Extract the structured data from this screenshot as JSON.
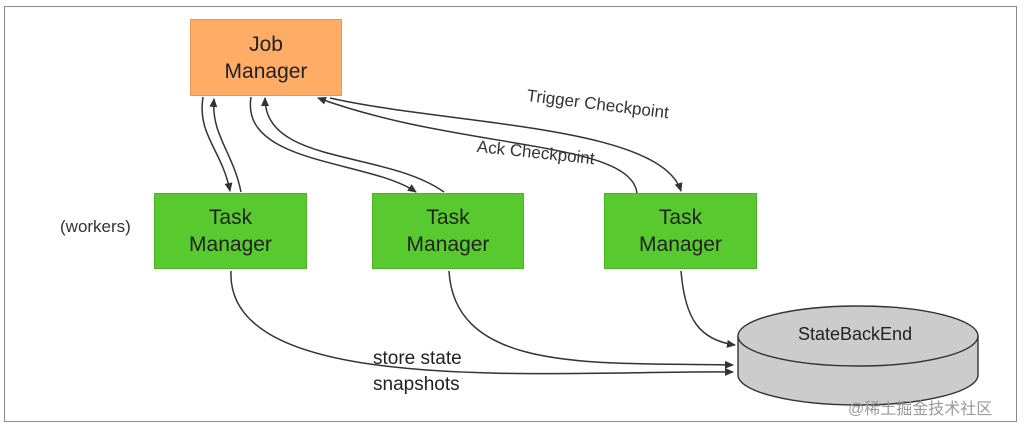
{
  "nodes": {
    "job_manager": [
      "Job",
      "Manager"
    ],
    "task_manager_1": [
      "Task",
      "Manager"
    ],
    "task_manager_2": [
      "Task",
      "Manager"
    ],
    "task_manager_3": [
      "Task",
      "Manager"
    ],
    "state_backend": "StateBackEnd"
  },
  "labels": {
    "workers": "(workers)",
    "trigger": "Trigger Checkpoint",
    "ack": "Ack Checkpoint",
    "store_line1": "store state",
    "store_line2": "snapshots"
  },
  "watermark": "@稀土掘金技术社区",
  "colors": {
    "job_manager": "#ffad66",
    "task_manager": "#58c92e",
    "state_backend": "#cccccc",
    "edge": "#333333"
  }
}
